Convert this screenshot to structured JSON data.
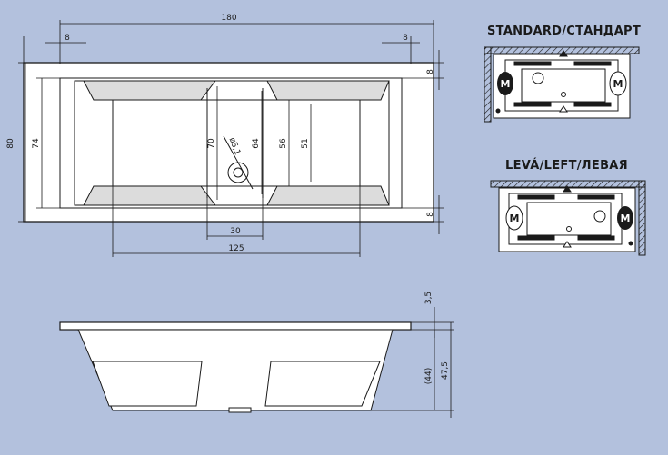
{
  "views": {
    "standard_title": "STANDARD/СТАНДАРТ",
    "left_title": "LEVÁ/LEFT/ЛЕВАЯ",
    "motor_label": "M"
  },
  "dimensions": {
    "overall_length": "180",
    "rim_left": "8",
    "rim_right": "8",
    "rim_top": "8",
    "rim_bottom": "8",
    "overall_width": "80",
    "inner_width": "74",
    "backrest_height": "70",
    "center_width_64": "64",
    "center_width_56": "56",
    "center_width_51": "51",
    "drain_diameter": "ø5,1",
    "drain_offset": "30",
    "bottom_length": "125",
    "rim_thickness": "3,5",
    "total_height": "47,5",
    "inner_depth": "(44)"
  },
  "colors": {
    "background": "#b3c1dd",
    "line": "#1a1a1a",
    "fill_white": "#ffffff",
    "fill_grey": "#d9d9d9",
    "motor_fill": "#1a1a1a"
  }
}
